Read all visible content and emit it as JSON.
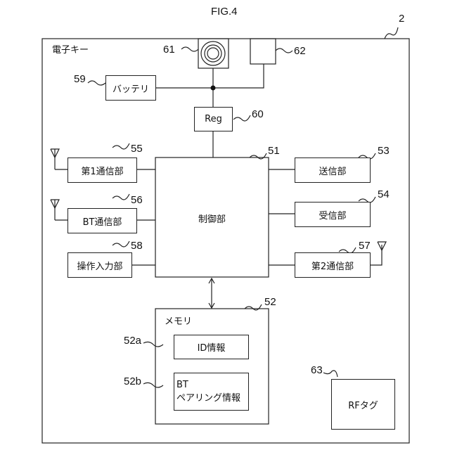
{
  "figure_title": "FIG.4",
  "device": {
    "ref": "2",
    "label": "電子キー"
  },
  "blocks": {
    "battery": {
      "ref": "59",
      "label": "バッテリ"
    },
    "regulator": {
      "ref": "60",
      "label": "Reg"
    },
    "coil": {
      "ref": "61"
    },
    "component62": {
      "ref": "62"
    },
    "control": {
      "ref": "51",
      "label": "制御部"
    },
    "comm1": {
      "ref": "55",
      "label": "第1通信部"
    },
    "bt_comm": {
      "ref": "56",
      "label": "BT通信部"
    },
    "input": {
      "ref": "58",
      "label": "操作入力部"
    },
    "transmitter": {
      "ref": "53",
      "label": "送信部"
    },
    "receiver": {
      "ref": "54",
      "label": "受信部"
    },
    "comm2": {
      "ref": "57",
      "label": "第2通信部"
    },
    "memory": {
      "ref": "52",
      "label": "メモリ"
    },
    "id_info": {
      "ref": "52a",
      "label": "ID情報"
    },
    "bt_pairing": {
      "ref": "52b",
      "label_line1": "BT",
      "label_line2": "ペアリング情報"
    },
    "rf_tag": {
      "ref": "63",
      "label": "RFタグ"
    }
  }
}
